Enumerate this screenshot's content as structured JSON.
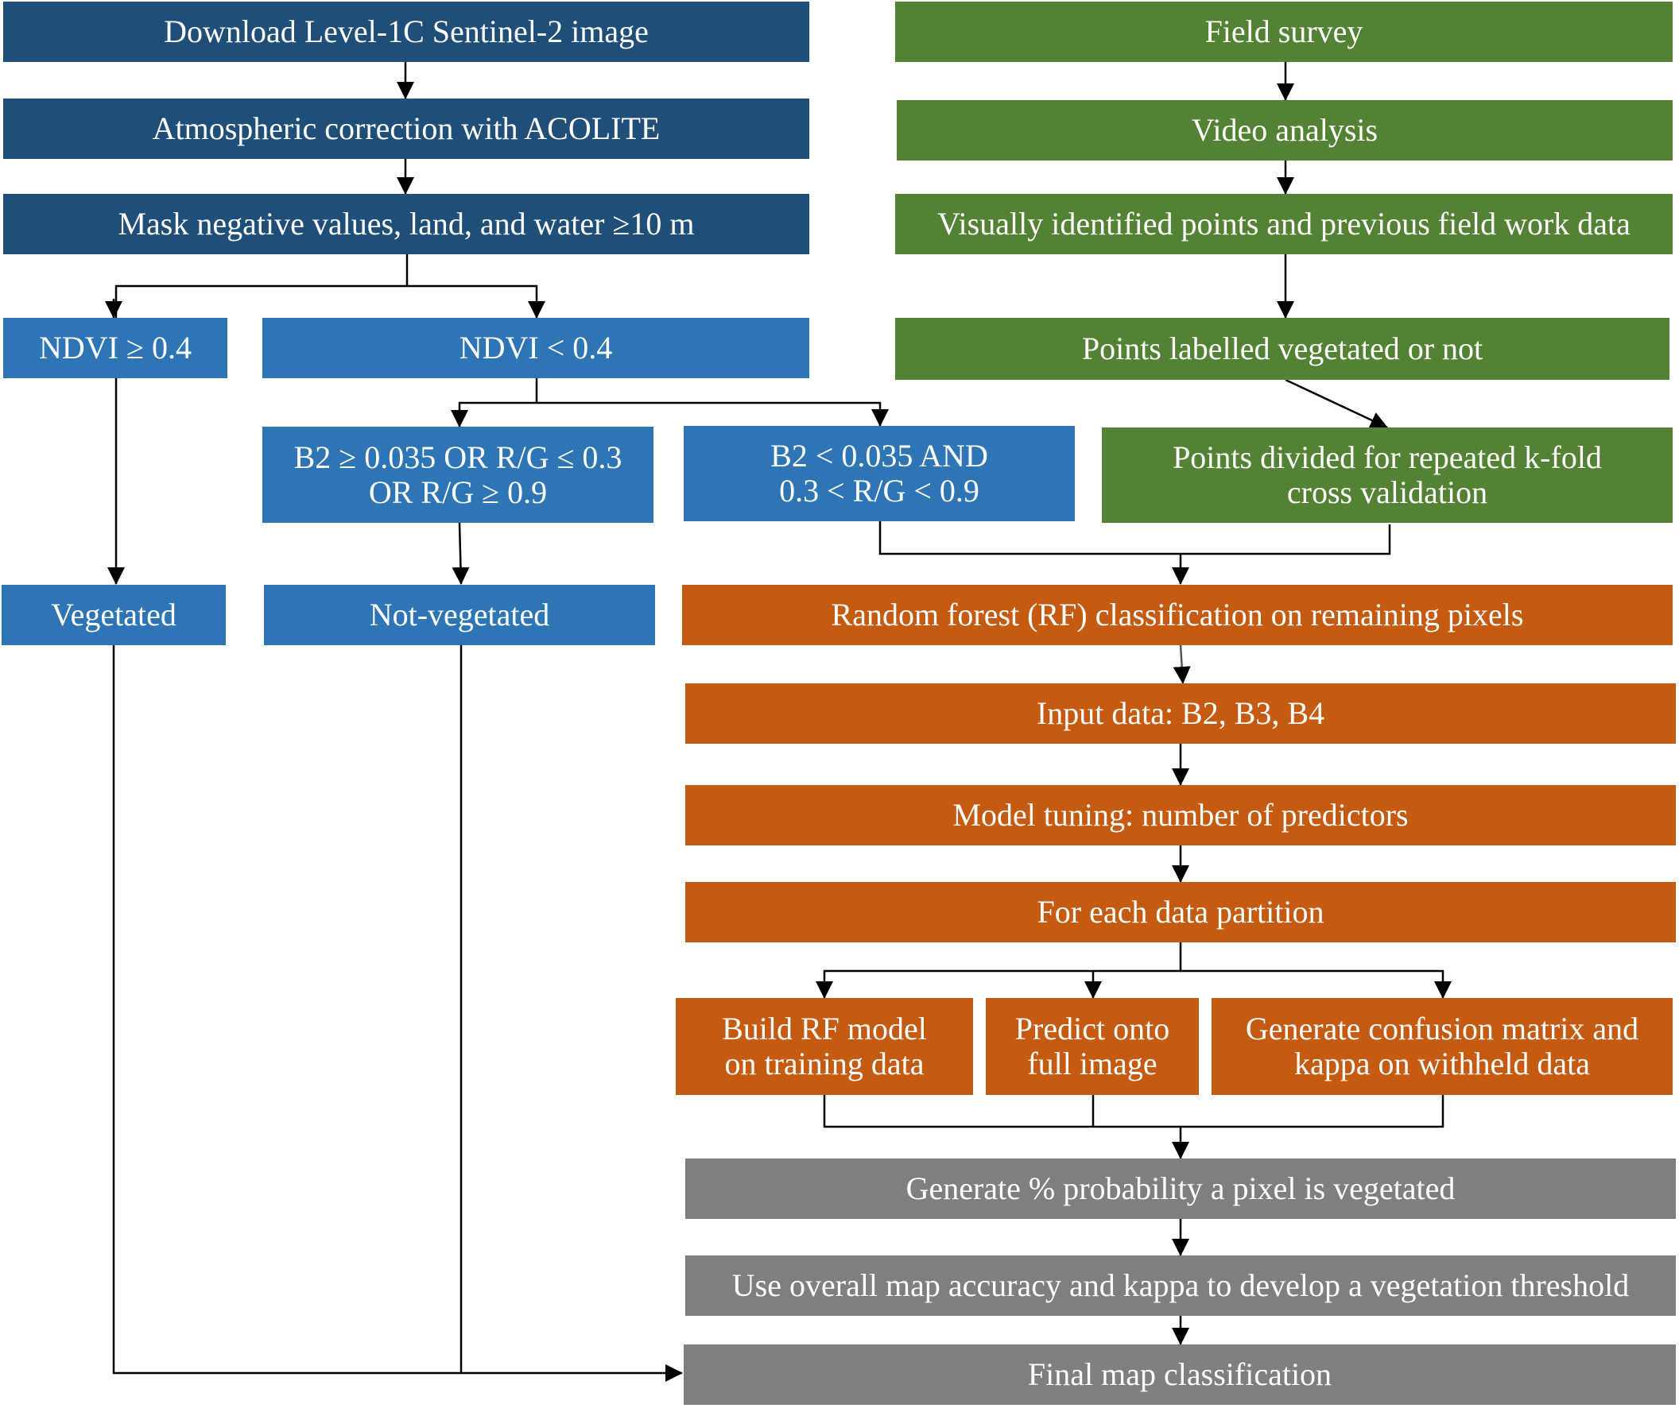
{
  "steps": {
    "download": "Download Level-1C Sentinel-2 image",
    "atmospheric": "Atmospheric correction with ACOLITE",
    "mask": "Mask negative values, land, and water  ≥10 m",
    "ndvi_high": "NDVI  ≥ 0.4",
    "ndvi_low": "NDVI < 0.4",
    "b2_high_1": "B2 ≥ 0.035 OR R/G ≤ 0.3",
    "b2_high_2": "OR R/G ≥ 0.9",
    "b2_low_1": "B2 < 0.035 AND",
    "b2_low_2": "0.3 < R/G < 0.9",
    "vegetated": "Vegetated",
    "not_vegetated": "Not-vegetated",
    "field_survey": "Field survey",
    "video": "Video analysis",
    "visual_points": "Visually identified points and previous field work data",
    "points_labelled": "Points labelled vegetated  or not",
    "points_divided_1": "Points divided  for repeated  k-fold",
    "points_divided_2": "cross validation",
    "rf_class": "Random forest (RF) classification on remaining pixels",
    "input_data": "Input data: B2, B3, B4",
    "tuning": "Model tuning: number of predictors",
    "partition": "For each  data partition",
    "build_1": "Build RF model",
    "build_2": "on training data",
    "predict_1": "Predict onto",
    "predict_2": "full image",
    "confusion_1": "Generate  confusion matrix and",
    "confusion_2": "kappa  on withheld data",
    "probability": "Generate % probability a pixel is vegetated",
    "accuracy": "Use overall map accuracy  and kappa  to develop a vegetation threshold",
    "final": "Final map classification"
  },
  "colors": {
    "navy": "#1f4e79",
    "blue": "#2e75b6",
    "green": "#548235",
    "orange": "#c55a11",
    "grey": "#7f7f7f",
    "line": "#000000"
  }
}
